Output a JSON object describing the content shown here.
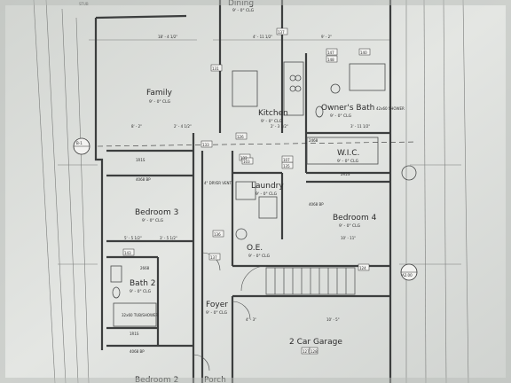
{
  "rooms": {
    "dining": "Dining",
    "dining_clg": "9' - 0\" CLG",
    "family": "Family",
    "family_clg": "9' - 0\" CLG",
    "kitchen": "Kitchen",
    "kitchen_clg": "9' - 0\" CLG",
    "owners_bath": "Owner's Bath",
    "owners_bath_clg": "9' - 0\" CLG",
    "wic": "W.I.C.",
    "wic_clg": "9' - 0\" CLG",
    "laundry": "Laundry",
    "laundry_clg": "9' - 0\" CLG",
    "bedroom3": "Bedroom 3",
    "bedroom3_clg": "9' - 0\" CLG",
    "bedroom4": "Bedroom 4",
    "bedroom4_clg": "9' - 0\" CLG",
    "bath2": "Bath 2",
    "bath2_clg": "9' - 0\" CLG",
    "oe": "O.E.",
    "oe_clg": "9' - 0\" CLG",
    "foyer": "Foyer",
    "foyer_clg": "9' - 0\" CLG",
    "garage": "2 Car Garage",
    "bedroom2": "Bedroom 2",
    "porch": "Porch"
  },
  "labels": {
    "stub": "STUB",
    "dryer_vent": "4\" DRYER VENT",
    "shower": "42x60 SHOWER",
    "tub": "32x60 TUB/SHOWER",
    "bp1": "4068 BP",
    "bp2": "4068 BP",
    "bp3": "4068 BP",
    "rs1": "1R1S",
    "rs2": "1R1S",
    "rs3": "2R2S",
    "door2668": "2668",
    "door2468": "2468",
    "tags": [
      "131",
      "137",
      "133",
      "126",
      "140",
      "147",
      "148",
      "132",
      "135",
      "107",
      "103",
      "143",
      "124",
      "136",
      "137",
      "127",
      "128"
    ],
    "dims": [
      "18' - 4 1/2\"",
      "4' - 11 1/2\"",
      "9' - 2\"",
      "8' - 2\"",
      "2' - 4 1/2\"",
      "3' - 5 1/2\"",
      "5' - 5 1/2\"",
      "10' - 11\"",
      "4' - 3\"",
      "10' - 5\"",
      "2' - 3 1/2\"",
      "3' - 11 1/2\""
    ],
    "sections": [
      "B-1",
      "A2.00"
    ]
  }
}
